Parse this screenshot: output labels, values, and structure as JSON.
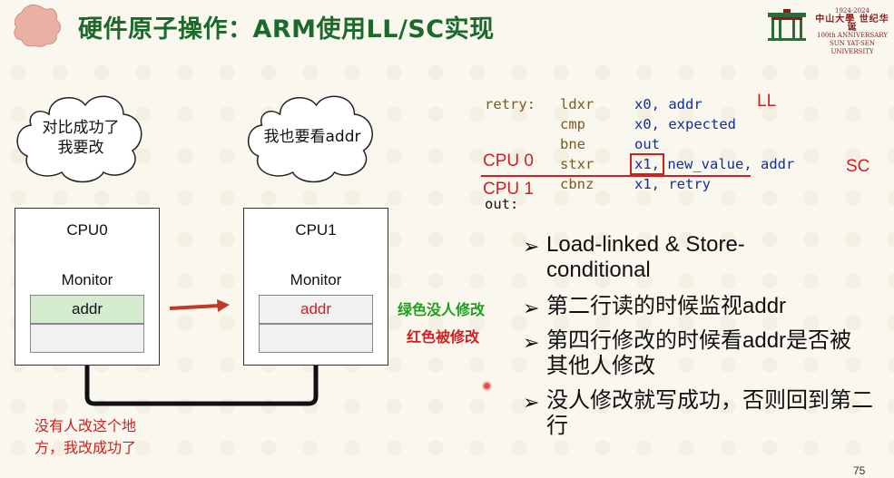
{
  "slide": {
    "title": "硬件原子操作：ARM使用LL/SC实现",
    "page_number": "75"
  },
  "logo": {
    "years": "1924-2024",
    "name_cn": "中山大學 世纪华诞",
    "anniversary": "100th ANNIVERSARY",
    "university": "SUN YAT-SEN UNIVERSITY"
  },
  "clouds": [
    {
      "line1": "对比成功了",
      "line2": "我要改"
    },
    {
      "line1": "我也要看addr",
      "line2": ""
    }
  ],
  "cpus": [
    {
      "name": "CPU0",
      "monitor": "Monitor",
      "cell": "addr"
    },
    {
      "name": "CPU1",
      "monitor": "Monitor",
      "cell": "addr"
    }
  ],
  "legend": {
    "green_text": "绿色没人修改",
    "red_text": "红色被修改"
  },
  "bottom_note": {
    "line1": "没有人改这个地",
    "line2": "方，我改成功了"
  },
  "code": {
    "lines": [
      {
        "label": "retry:",
        "op": "ldxr",
        "args": "x0, addr"
      },
      {
        "label": "",
        "op": "cmp",
        "args": "x0, expected"
      },
      {
        "label": "",
        "op": "bne",
        "args": "out"
      },
      {
        "label": "",
        "op": "stxr",
        "args_reg": "x1,",
        "args_rest": " new_value, addr"
      },
      {
        "label": "",
        "op": "cbnz",
        "args": "x1, retry"
      },
      {
        "label": "out:",
        "op": "",
        "args": ""
      }
    ],
    "ll_label": "LL",
    "sc_label": "SC",
    "cpu0_label": "CPU 0",
    "cpu1_label": "CPU 1"
  },
  "bullets": [
    "Load-linked & Store-conditional",
    "第二行读的时候监视addr",
    "第四行修改的时候看addr是否被其他人修改",
    "没人修改就写成功，否则回到第二行"
  ],
  "bullet_glyph": "➢",
  "colors": {
    "title_green": "#1c6a2b",
    "red": "#d22020",
    "green_cell": "#d5ecd0",
    "code_blue": "#0f2fa0",
    "code_brown": "#7b5a1c"
  }
}
